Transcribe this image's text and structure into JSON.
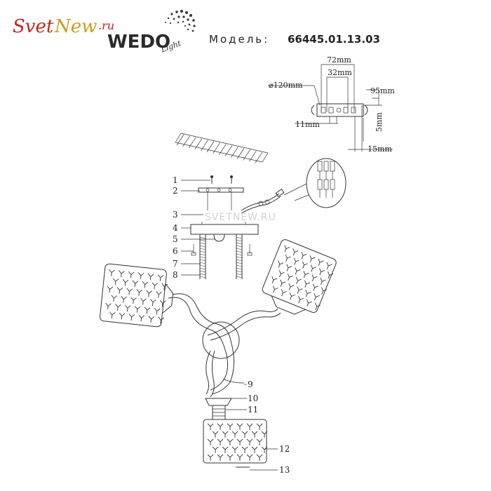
{
  "brand": {
    "svet": "Svet",
    "new": "New",
    "ru": ".ru",
    "wedo": "WEDO",
    "light": "Light"
  },
  "header": {
    "model_label": "Модель:",
    "model_number": "66445.01.13.03"
  },
  "dimensions": {
    "d120": "⌀120mm",
    "w72": "72mm",
    "w32": "32mm",
    "w95": "95mm",
    "h11": "11mm",
    "h5": "5mm",
    "h15": "15mm"
  },
  "watermark": "SVETNEW.RU",
  "callouts": [
    "1",
    "2",
    "3",
    "4",
    "5",
    "6",
    "7",
    "8",
    "9",
    "10",
    "11",
    "12",
    "13"
  ]
}
